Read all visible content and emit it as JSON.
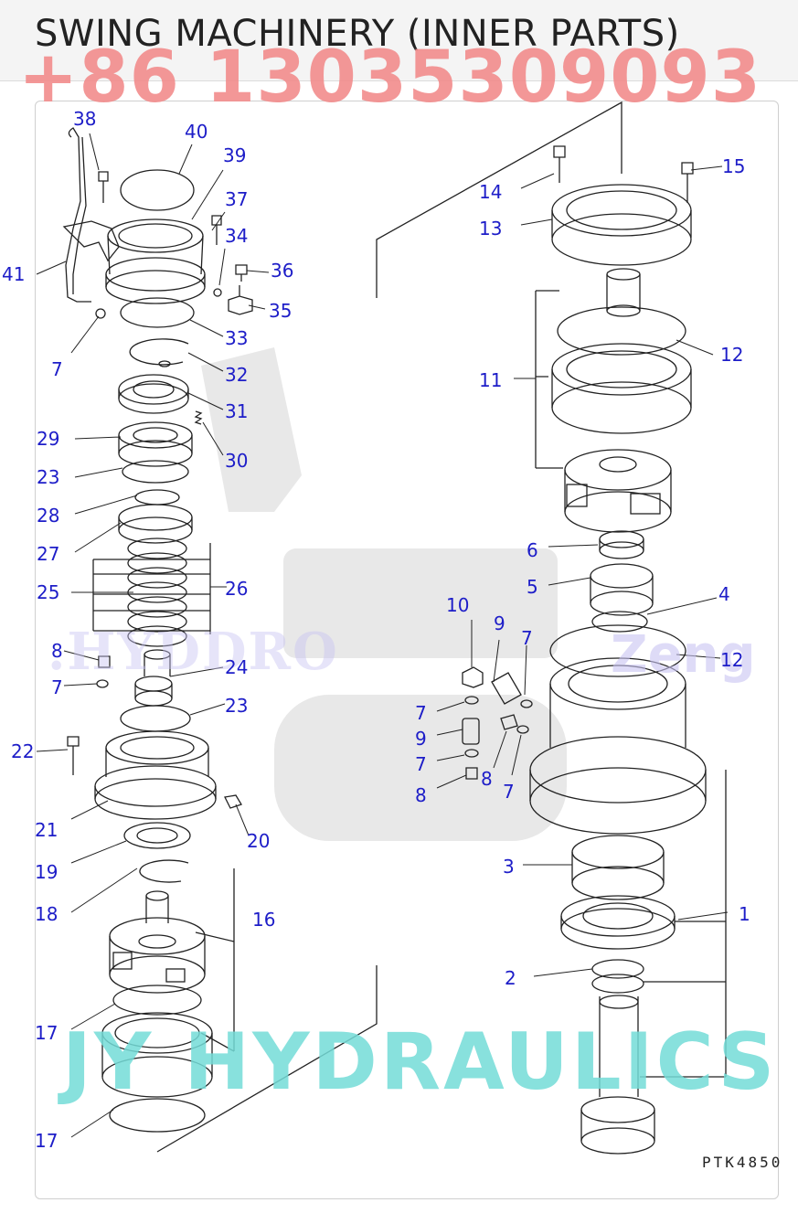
{
  "header": {
    "title": "SWING MACHINERY (INNER PARTS)",
    "phone": "+86 13035309093"
  },
  "diagram": {
    "code": "PTK4850",
    "watermarks": {
      "brand": "JY HYDRAULICS",
      "zeng": "Zeng",
      "hydr": ".HYDDRO"
    },
    "part_numbers": {
      "p1": "1",
      "p2": "2",
      "p3": "3",
      "p4": "4",
      "p5": "5",
      "p6": "6",
      "p7a": "7",
      "p7b": "7",
      "p7c": "7",
      "p7d": "7",
      "p7e": "7",
      "p7f": "7",
      "p8a": "8",
      "p8b": "8",
      "p8c": "8",
      "p9a": "9",
      "p9b": "9",
      "p10": "10",
      "p11": "11",
      "p12a": "12",
      "p12b": "12",
      "p13": "13",
      "p14": "14",
      "p15": "15",
      "p16": "16",
      "p17a": "17",
      "p17b": "17",
      "p18": "18",
      "p19": "19",
      "p20": "20",
      "p21": "21",
      "p22": "22",
      "p23a": "23",
      "p23b": "23",
      "p24": "24",
      "p25": "25",
      "p26": "26",
      "p27": "27",
      "p28": "28",
      "p29": "29",
      "p30": "30",
      "p31": "31",
      "p32": "32",
      "p33": "33",
      "p34": "34",
      "p35": "35",
      "p36": "36",
      "p37": "37",
      "p38": "38",
      "p39": "39",
      "p40": "40",
      "p41": "41"
    }
  }
}
